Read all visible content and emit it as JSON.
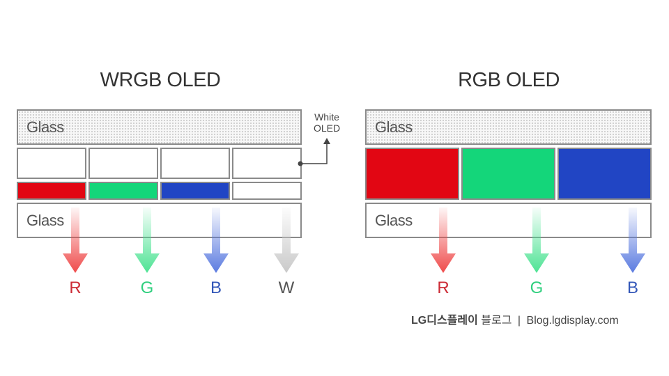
{
  "wrgb": {
    "title": "WRGB OLED",
    "glass_top": "Glass",
    "glass_bottom": "Glass",
    "callout_line1": "White",
    "callout_line2": "OLED",
    "outputs": [
      "R",
      "G",
      "B",
      "W"
    ],
    "filter_colors": [
      "#e20613",
      "#14d67a",
      "#2145c4",
      "#ffffff"
    ]
  },
  "rgb": {
    "title": "RGB OLED",
    "glass_top": "Glass",
    "glass_bottom": "Glass",
    "outputs": [
      "R",
      "G",
      "B"
    ],
    "subpixel_colors": [
      "#e20613",
      "#14d67a",
      "#2145c4"
    ]
  },
  "output_colors": {
    "R": "#cc2b35",
    "G": "#2fcf7e",
    "B": "#3357b8",
    "W": "#555555"
  },
  "arrow_colors": {
    "R": "#ef4b4b",
    "G": "#4ee394",
    "B": "#5b7be0",
    "W": "#c9c9c9"
  },
  "footer": {
    "brand": "LG디스플레이",
    "blog": "블로그",
    "separator": "|",
    "url": "Blog.lgdisplay.com"
  }
}
